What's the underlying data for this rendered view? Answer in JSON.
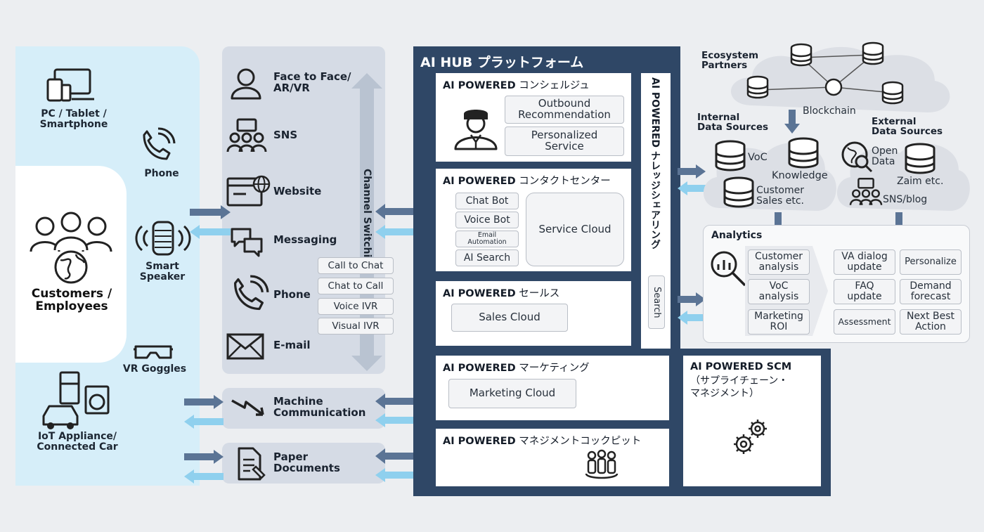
{
  "left": {
    "pc_tablet": "PC / Tablet /\nSmartphone",
    "phone": "Phone",
    "smart_speaker": "Smart\nSpeaker",
    "customers": "Customers /\nEmployees",
    "vr_goggles": "VR Goggles",
    "iot": "IoT Appliance/\nConnected Car"
  },
  "channels": {
    "face_to_face": "Face to Face/\nAR/VR",
    "sns": "SNS",
    "website": "Website",
    "messaging": "Messaging",
    "phone": "Phone",
    "email": "E-mail",
    "switching": "Channel Switching",
    "phone_options": [
      "Call to Chat",
      "Chat to Call",
      "Voice IVR",
      "Visual IVR"
    ],
    "machine": "Machine\nCommunication",
    "paper": "Paper\nDocuments"
  },
  "hub": {
    "title": "AI HUB プラットフォーム",
    "concierge": {
      "title_prefix": "AI POWERED",
      "title_suffix": " コンシェルジュ",
      "items": [
        "Outbound\nRecommendation",
        "Personalized\nService"
      ]
    },
    "contact": {
      "title_prefix": "AI POWERED",
      "title_suffix": " コンタクトセンター",
      "items": [
        "Chat Bot",
        "Voice Bot",
        "Email\nAutomation",
        "AI Search"
      ],
      "service_cloud": "Service Cloud"
    },
    "sales": {
      "title_prefix": "AI POWERED",
      "title_suffix": " セールス",
      "cloud": "Sales Cloud"
    },
    "marketing": {
      "title_prefix": "AI POWERED",
      "title_suffix": " マーケティング",
      "cloud": "Marketing Cloud"
    },
    "cockpit": {
      "title_prefix": "AI POWERED",
      "title_suffix": " マネジメントコックピット"
    },
    "knowledge": {
      "title": "AI POWERED ナレッジシェアリング",
      "search": "Search"
    },
    "scm": {
      "title": "AI POWERED SCM",
      "subtitle": "（サプライチェーン・\nマネジメント）"
    }
  },
  "data": {
    "ecosystem": "Ecosystem\nPartners",
    "blockchain": "Blockchain",
    "internal": "Internal\nData Sources",
    "external": "External\nData Sources",
    "voc": "VoC",
    "knowledge": "Knowledge",
    "customer_sales": "Customer\nSales etc.",
    "open_data": "Open\nData",
    "zaim": "Zaim etc.",
    "sns_blog": "SNS/blog"
  },
  "analytics": {
    "title": "Analytics",
    "inputs": [
      "Customer\nanalysis",
      "VoC\nanalysis",
      "Marketing\nROI"
    ],
    "outputs": [
      "VA dialog\nupdate",
      "Personalize",
      "FAQ\nupdate",
      "Demand\nforecast",
      "Assessment",
      "Next Best\nAction"
    ]
  },
  "colors": {
    "navy": "#2f4766",
    "light_blue": "#d6eef9",
    "channel_gray": "#d5dbe5",
    "arrow_dark": "#5b7495",
    "arrow_light": "#8fd0ee"
  }
}
